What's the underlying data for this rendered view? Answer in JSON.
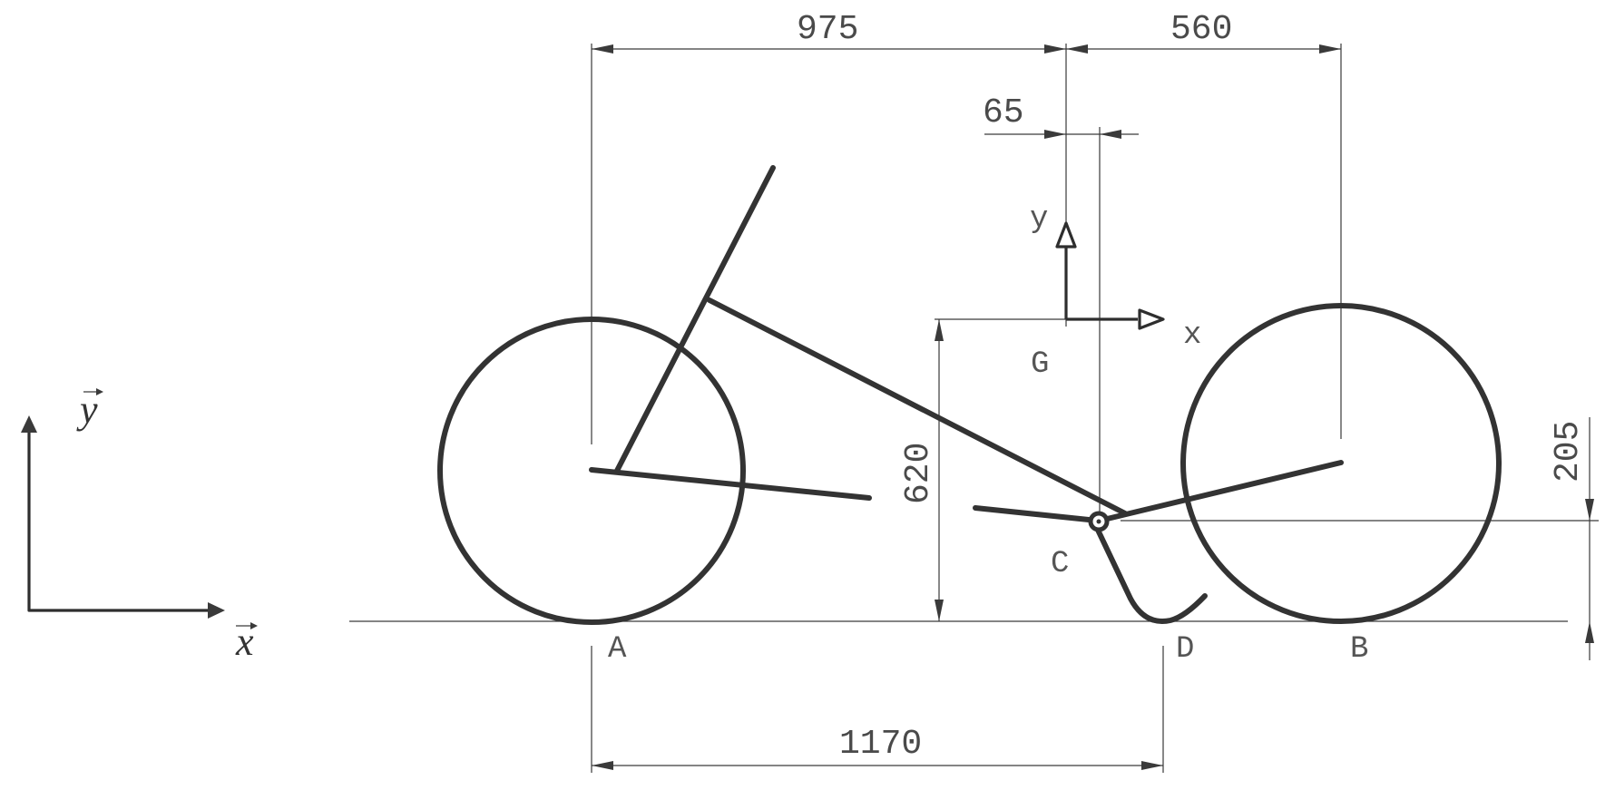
{
  "dimensions": {
    "wheelbase_front": "975",
    "wheelbase_rear": "560",
    "offset_g": "65",
    "height_g": "620",
    "height_c": "205",
    "distance_ad": "1170"
  },
  "points": {
    "a": "A",
    "b": "B",
    "c": "C",
    "d": "D",
    "g": "G"
  },
  "local_axes": {
    "x": "x",
    "y": "y"
  },
  "global_axes": {
    "x": "x",
    "y": "y"
  },
  "colors": {
    "stroke": "#333333",
    "dimension_line": "#3a3a3a",
    "text": "#4a4a4a"
  }
}
